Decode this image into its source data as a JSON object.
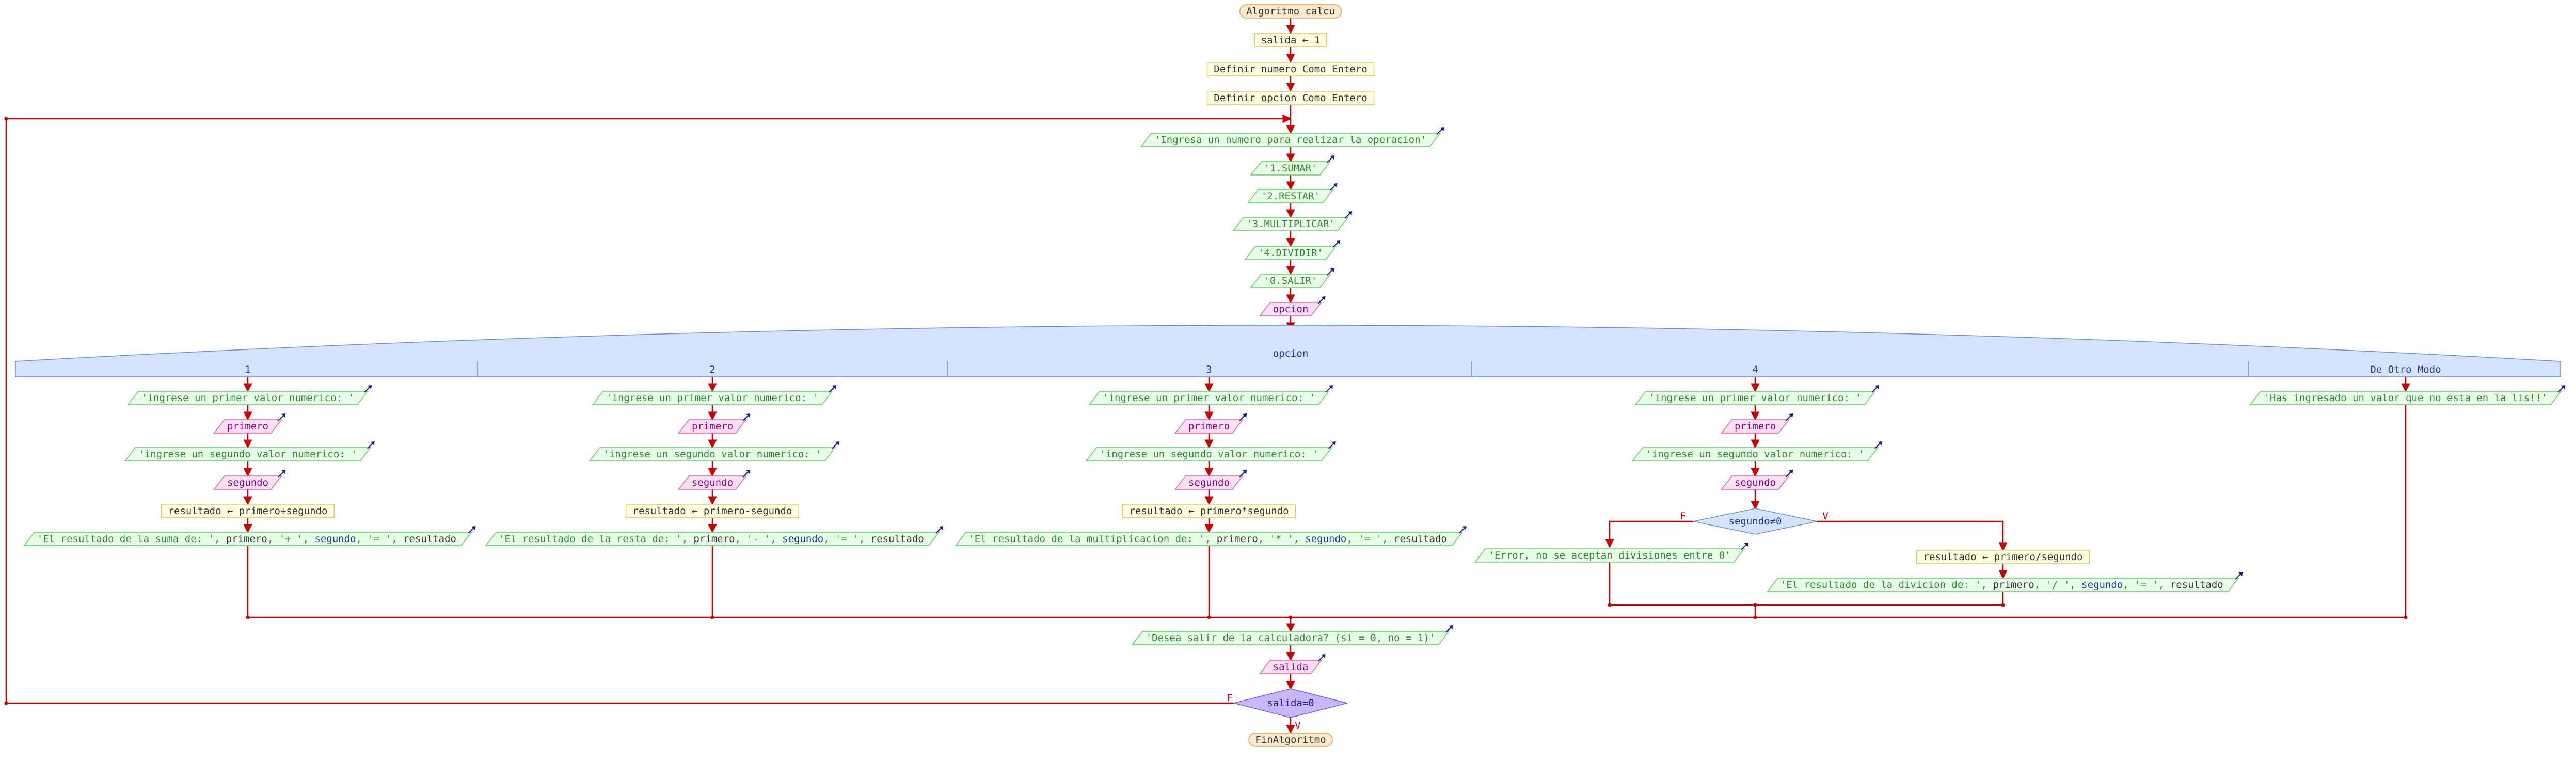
{
  "colors": {
    "edge": "#cc0000",
    "process_fill": "#ffffe0",
    "process_stroke": "#e6c36a",
    "process_text": "#333333",
    "terminal_fill": "#ffe9cc",
    "terminal_stroke": "#e0a050",
    "output_fill": "#e6ffe6",
    "output_stroke": "#66cc66",
    "output_text": "#2e8b2e",
    "input_fill": "#ffe0f2",
    "input_stroke": "#dd66aa",
    "input_text": "#8b008b",
    "switch_fill": "#d6e3ff",
    "switch_stroke": "#6b8fd6",
    "switch_text": "#1a3a9c",
    "exit_diamond_fill": "#c8b6ff",
    "exit_diamond_stroke": "#7d5be0",
    "var_blue": "#1a3a9c",
    "arrow_icon": "#1a1a8c"
  },
  "icons": {
    "output_marker": "diagonal-arrow-icon"
  },
  "top": {
    "start": "Algoritmo calcu",
    "init": "salida ← 1",
    "def_numero": "Definir numero Como Entero",
    "def_opcion": "Definir opcion Como Entero"
  },
  "menu": [
    "'Ingresa un numero para realizar la operacion'",
    "'1.SUMAR'",
    "'2.RESTAR'",
    "'3.MULTIPLICAR'",
    "'4.DIVIDIR'",
    "'0.SALIR'"
  ],
  "read_opcion": "opcion",
  "switch": {
    "label": "opcion",
    "cases": [
      "1",
      "2",
      "3",
      "4",
      "De Otro Modo"
    ]
  },
  "common": {
    "prompt_first": "'ingrese un primer valor numerico: '",
    "read_first": "primero",
    "prompt_second": "'ingrese un segundo valor numerico: '",
    "read_second": "segundo"
  },
  "case1": {
    "assign": "resultado ← primero+segundo",
    "output": [
      "'El resultado de la suma de: ', ",
      "primero",
      ", '+ ', ",
      "segundo",
      ", '= ', ",
      "resultado"
    ]
  },
  "case2": {
    "assign": "resultado ← primero-segundo",
    "output": [
      "'El resultado de la resta de: ', ",
      "primero",
      ", '- ', ",
      "segundo",
      ", '= ', ",
      "resultado"
    ]
  },
  "case3": {
    "assign": "resultado ← primero*segundo",
    "output": [
      "'El resultado de la multiplicacion de: ', ",
      "primero",
      ", '* ', ",
      "segundo",
      ", '= ', ",
      "resultado"
    ]
  },
  "case4": {
    "condition": "segundo≠0",
    "false_label": "F",
    "true_label": "V",
    "error": "'Error, no se aceptan divisiones entre 0'",
    "assign": "resultado ← primero/segundo",
    "output": [
      "'El resultado de la divicion de: ', ",
      "primero",
      ", '/ ', ",
      "segundo",
      ", '= ', ",
      "resultado"
    ]
  },
  "default_case": {
    "output": "'Has ingresado un valor que no esta en la lis!!'"
  },
  "bottom": {
    "prompt_exit": "'Desea salir de la calculadora? (si = 0, no = 1)'",
    "read_salida": "salida",
    "loop_condition": "salida=0",
    "false_label": "F",
    "true_label": "V",
    "end": "FinAlgoritmo"
  }
}
